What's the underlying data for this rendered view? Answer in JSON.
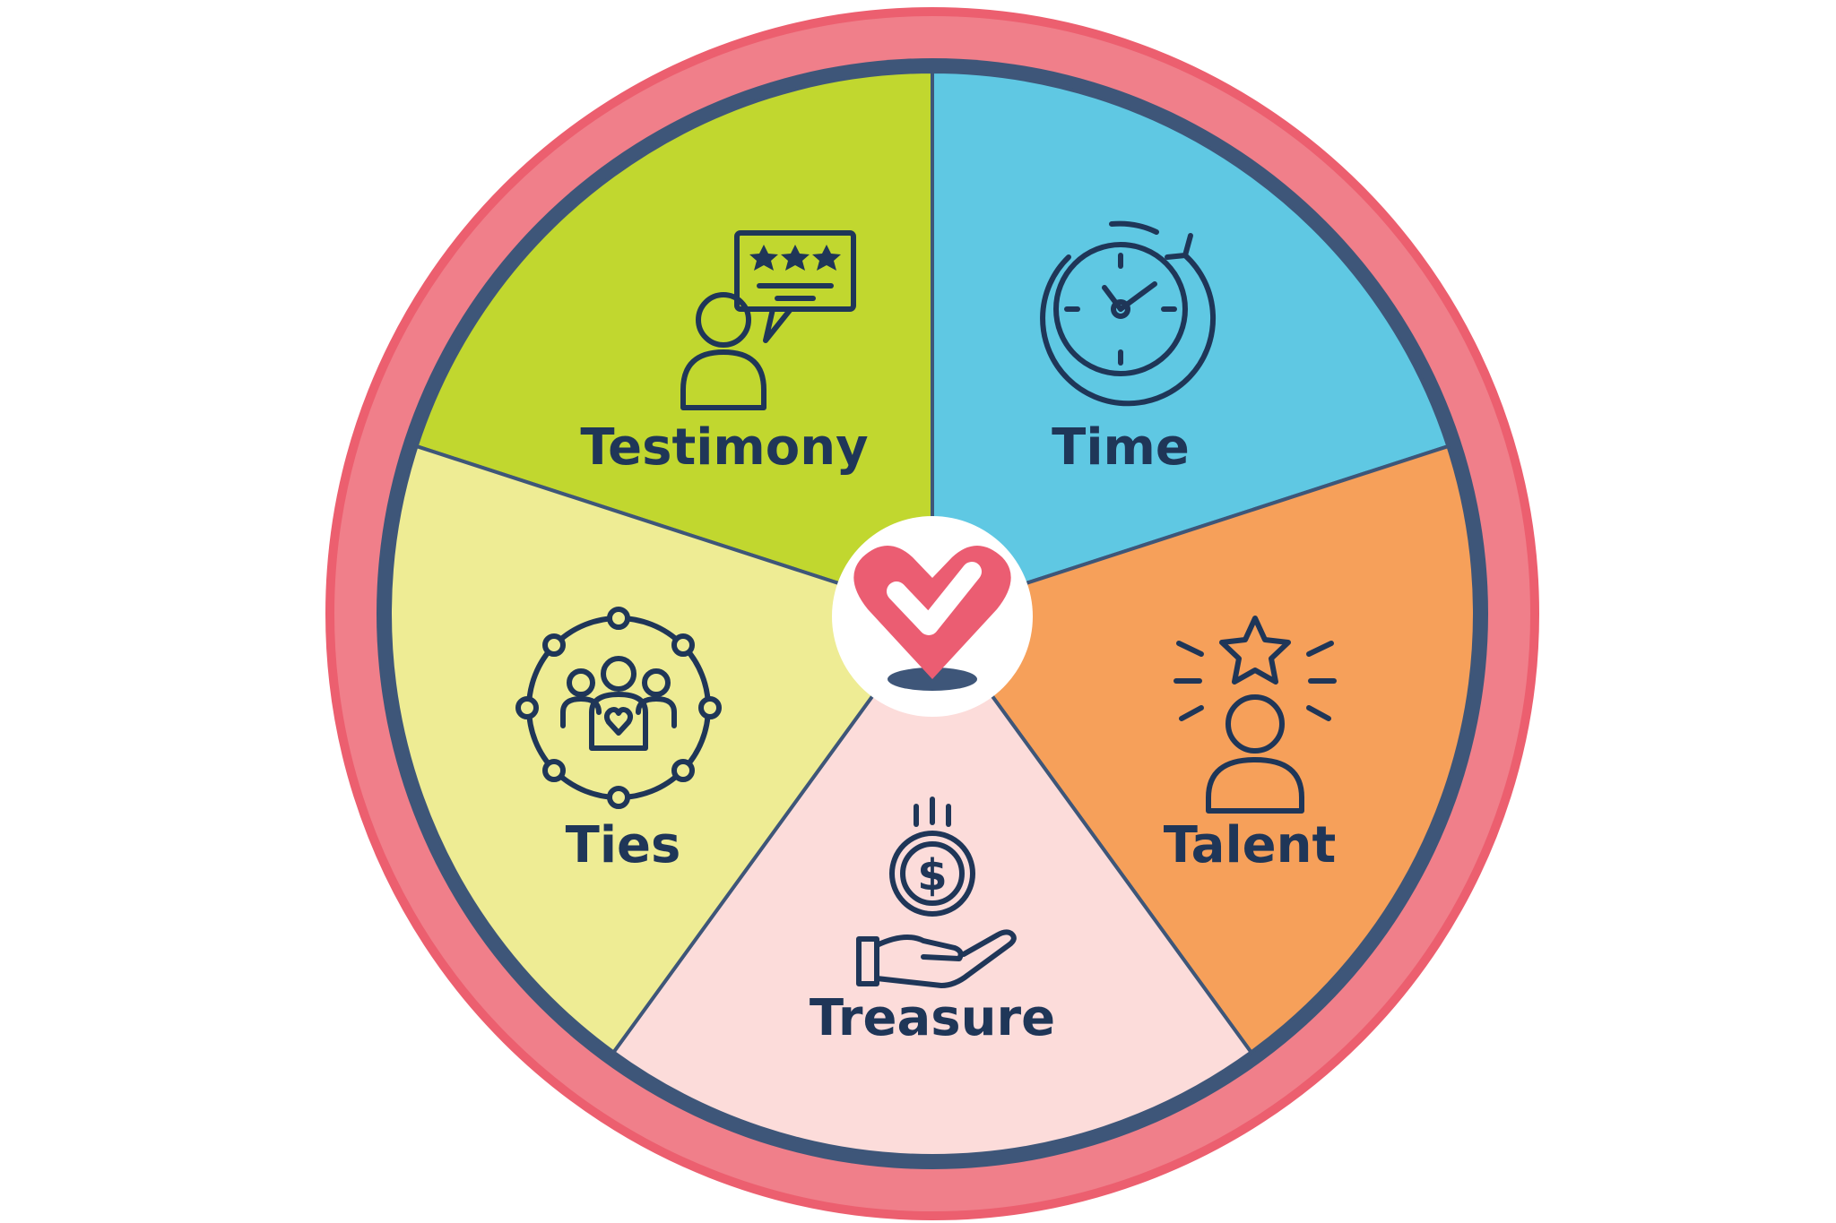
{
  "diagram": {
    "segments": [
      {
        "label": "Testimony",
        "icon": "testimony-review-icon",
        "color": "#c1d72f"
      },
      {
        "label": "Time",
        "icon": "clock-cycle-icon",
        "color": "#5fc8e3"
      },
      {
        "label": "Talent",
        "icon": "star-person-icon",
        "color": "#f6a05a"
      },
      {
        "label": "Treasure",
        "icon": "coin-hand-icon",
        "color": "#fcdcda"
      },
      {
        "label": "Ties",
        "icon": "community-circle-icon",
        "color": "#eeec94"
      }
    ],
    "center_icon": "heart-pin-icon",
    "colors": {
      "outer_ring": "#f07f8a",
      "outer_ring_edge": "#ec5f6f",
      "inner_border": "#3e5679",
      "divider": "#3e5679",
      "text": "#1f3658",
      "heart": "#eb5d72"
    }
  }
}
